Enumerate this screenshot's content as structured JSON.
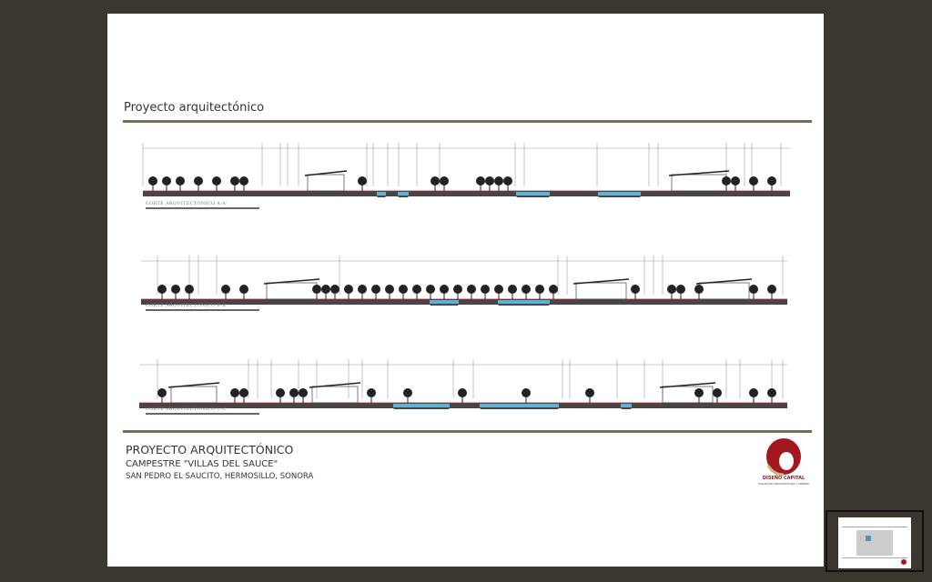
{
  "sheet": {
    "title": "Proyecto arquitectónico",
    "sections": [
      {
        "label": "CORTE ARQUITECTÓNICO A-A'"
      },
      {
        "label": "CORTE ARQUITECTÓNICO B-B'"
      },
      {
        "label": "CORTE ARQUITECTÓNICO C-C'"
      }
    ],
    "footer": {
      "project": "PROYECTO ARQUITECTÓNICO",
      "name": "CAMPESTRE \"VILLAS DEL SAUCE\"",
      "location": "SAN PEDRO EL SAUCITO, HERMOSILLO, SONORA"
    },
    "logo": {
      "name": "DISEÑO CAPITAL",
      "tagline": "TALLER DE ARQUITECTURA Y DISEÑO"
    }
  },
  "colors": {
    "background": "#3b362e",
    "rule": "#776c56",
    "logo": "#a3171f",
    "water": "#5ab4d8"
  }
}
